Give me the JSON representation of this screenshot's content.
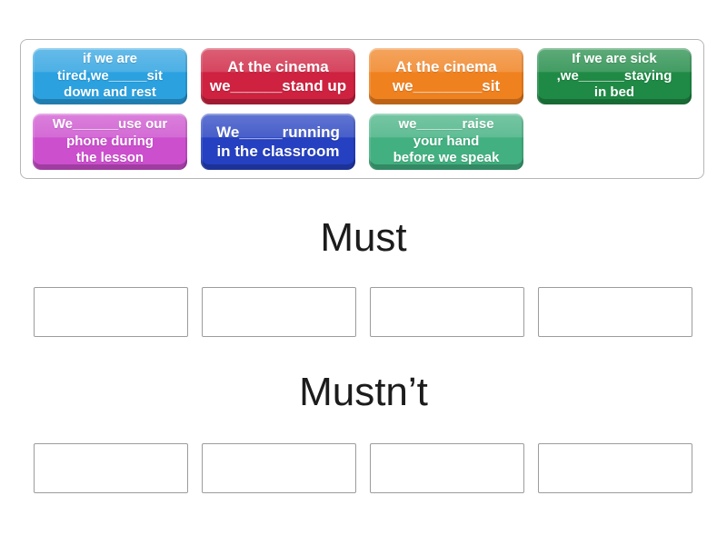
{
  "activity": {
    "tray": {
      "cards": [
        {
          "text": "if we are\ntired,we_____sit\ndown and rest",
          "color": "#2ba1e0"
        },
        {
          "text": "At the cinema\nwe______stand up",
          "color": "#ce2240"
        },
        {
          "text": "At the cinema\nwe________sit",
          "color": "#f0811f"
        },
        {
          "text": "If we are sick\n,we______staying\nin bed",
          "color": "#1f8a45"
        },
        {
          "text": "We______use our\nphone during\nthe lesson",
          "color": "#cc4fce"
        },
        {
          "text": "We_____running\nin the classroom",
          "color": "#2540c0"
        },
        {
          "text": "we______raise\nyour hand\nbefore we speak",
          "color": "#42b080"
        }
      ]
    },
    "groups": [
      {
        "label": "Must"
      },
      {
        "label": "Mustn’t"
      }
    ]
  }
}
